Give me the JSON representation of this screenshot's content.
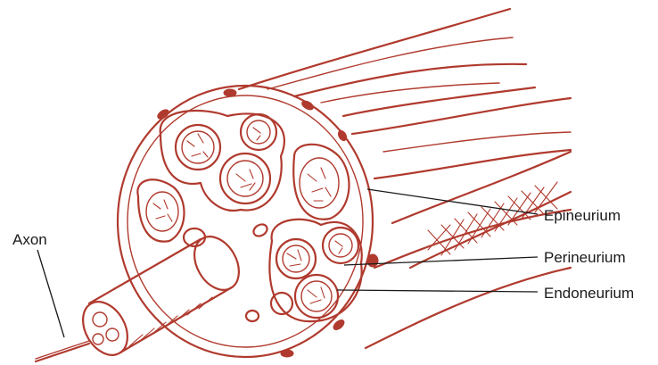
{
  "colors": {
    "ink": "#b03a2e",
    "label": "#1a1a1a",
    "background": "#ffffff"
  },
  "labels": {
    "axon": "Axon",
    "epineurium": "Epineurium",
    "perineurium": "Perineurium",
    "endoneurium": "Endoneurium"
  }
}
